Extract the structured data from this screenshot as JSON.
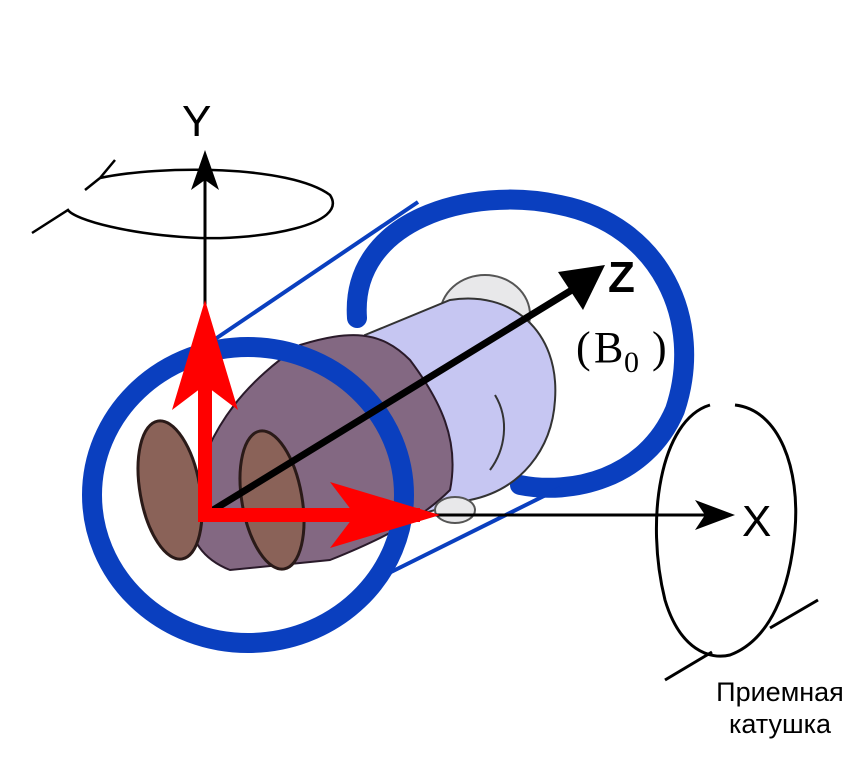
{
  "labels": {
    "y_axis": "Y",
    "z_axis": "Z",
    "b0_base": "B",
    "b0_sub": "0",
    "x_axis": "X",
    "receiver_line1": "Приемная",
    "receiver_line2": "катушка"
  },
  "colors": {
    "magnet": "#0a3fbf",
    "vector": "#ff0000",
    "axis": "#000000",
    "body_dark": "#836882",
    "body_light": "#c6c6f2",
    "head": "#e8e8ea",
    "shoe": "#8a6258"
  }
}
